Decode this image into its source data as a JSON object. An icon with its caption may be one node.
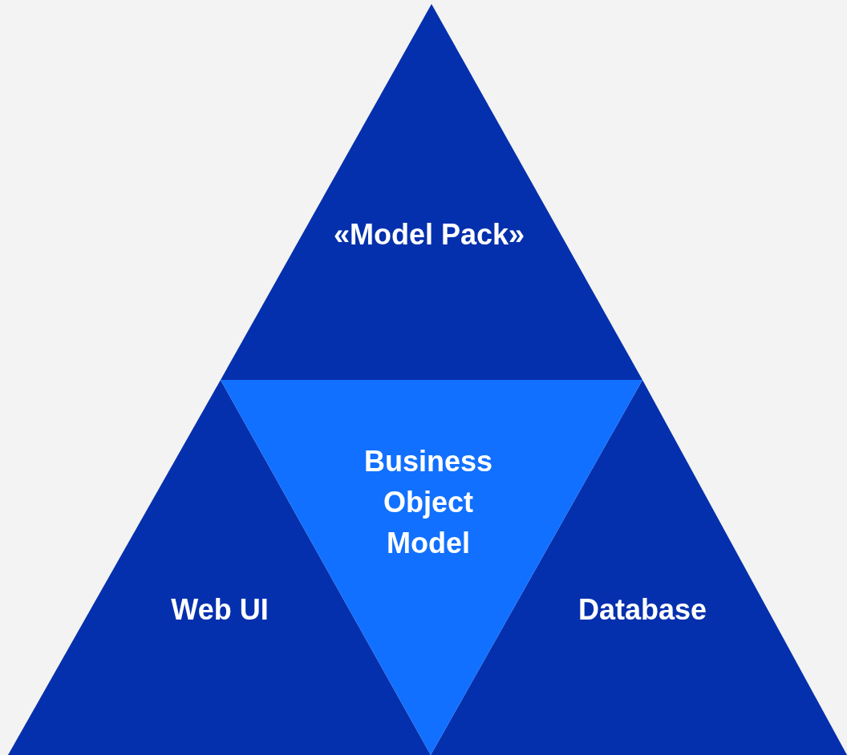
{
  "diagram": {
    "nodes": [
      {
        "text": [
          "«Model Pack»"
        ]
      },
      {
        "text": [
          "Business Object Model"
        ]
      },
      {
        "text": [
          "Web UI"
        ]
      },
      {
        "text": [
          "Database"
        ]
      }
    ]
  }
}
